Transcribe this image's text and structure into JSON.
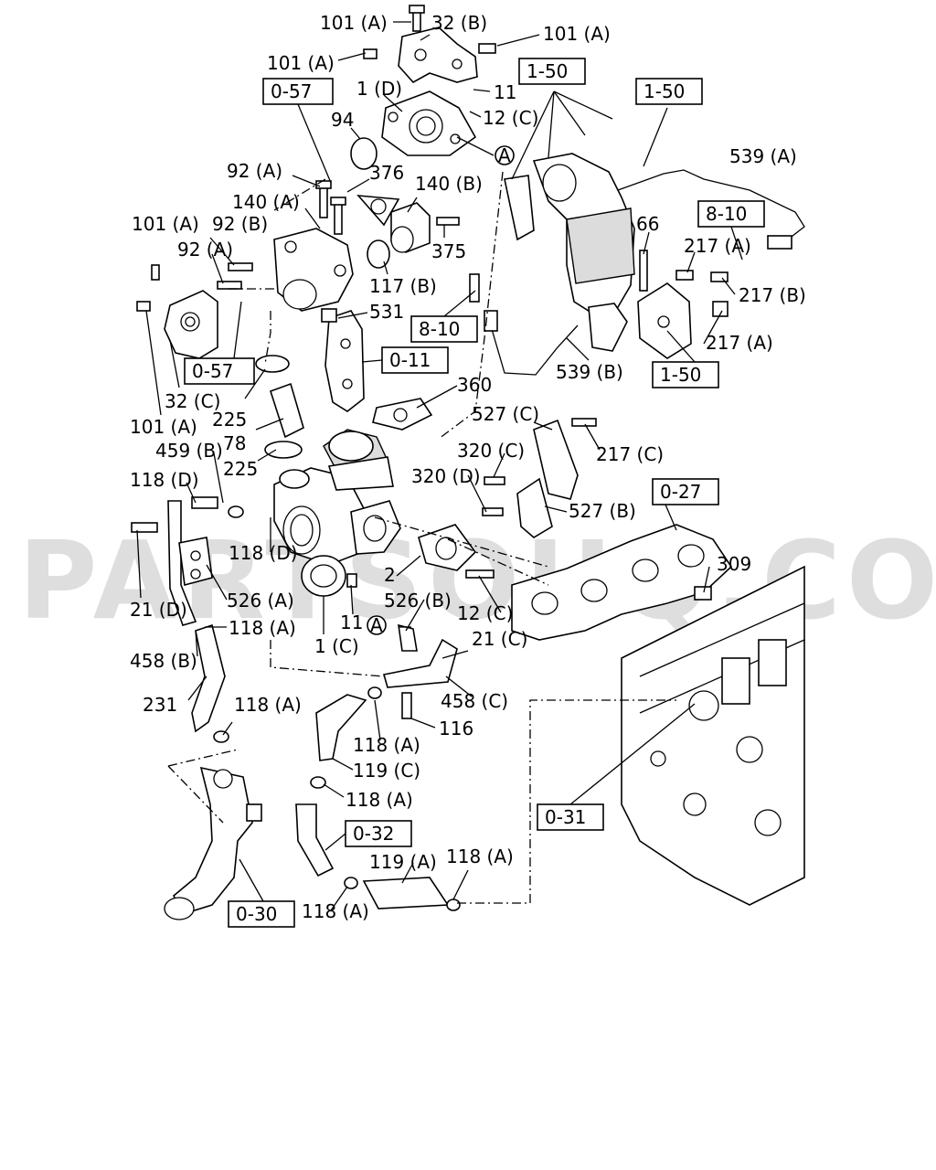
{
  "watermark": "PARTSOUQ.COM",
  "callout_labels": {
    "l01": "101 (A)",
    "l02": "32 (B)",
    "l03": "101 (A)",
    "l04": "101 (A)",
    "l05": "1 (D)",
    "l06": "11",
    "l07": "12 (C)",
    "l08": "94",
    "l09": "A",
    "l10": "376",
    "l11": "92 (A)",
    "l12": "140 (B)",
    "l13": "140 (A)",
    "l14": "101 (A)",
    "l15": "92 (B)",
    "l16": "375",
    "l17": "92 (A)",
    "l18": "117 (B)",
    "l19": "531",
    "l20": "539 (A)",
    "l21": "66",
    "l22": "217 (A)",
    "l23": "217 (B)",
    "l24": "217 (A)",
    "l25": "539 (B)",
    "l26": "360",
    "l27": "32 (C)",
    "l28": "225",
    "l29": "101 (A)",
    "l30": "78",
    "l31": "459 (B)",
    "l32": "225",
    "l33": "527 (C)",
    "l34": "320 (C)",
    "l35": "217 (C)",
    "l36": "320 (D)",
    "l37": "527 (B)",
    "l38": "118 (D)",
    "l39": "118 (D)",
    "l40": "309",
    "l41": "2",
    "l42": "21 (D)",
    "l43": "526 (A)",
    "l44": "526 (B)",
    "l45": "12 (C)",
    "l46": "11",
    "l47": "A",
    "l48": "118 (A)",
    "l49": "1 (C)",
    "l50": "21 (C)",
    "l51": "458 (B)",
    "l52": "458 (C)",
    "l53": "231",
    "l54": "118 (A)",
    "l55": "116",
    "l56": "118 (A)",
    "l57": "119 (C)",
    "l58": "118 (A)",
    "l59": "119 (A)",
    "l60": "118 (A)",
    "l61": "118 (A)"
  },
  "reference_boxes": {
    "b01": "0-57",
    "b02": "1-50",
    "b03": "1-50",
    "b04": "8-10",
    "b05": "8-10",
    "b06": "0-11",
    "b07": "0-57",
    "b08": "1-50",
    "b09": "0-27",
    "b10": "0-32",
    "b11": "0-31",
    "b12": "0-30"
  }
}
